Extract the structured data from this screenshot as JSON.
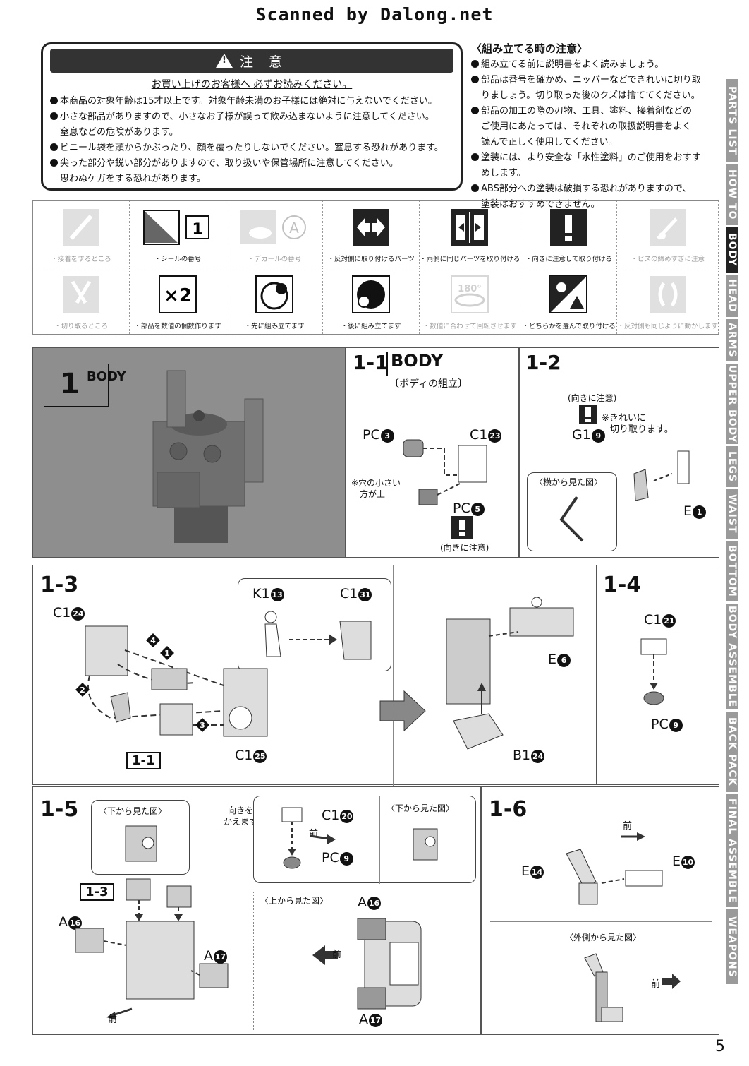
{
  "header": {
    "scan_credit": "Scanned by Dalong.net"
  },
  "caution": {
    "title": "注 意",
    "subtitle": "お買い上げのお客様へ 必ずお読みください。",
    "lines": [
      "本商品の対象年齢は15才以上です。対象年齢未満のお子様には絶対に与えないでください。",
      "小さな部品がありますので、小さなお子様が誤って飲み込まないように注意してください。",
      "窒息などの危険があります。",
      "ビニール袋を頭からかぶったり、顔を覆ったりしないでください。窒息する恐れがあります。",
      "尖った部分や鋭い部分がありますので、取り扱いや保管場所に注意してください。",
      "思わぬケガをする恐れがあります。"
    ]
  },
  "notes": {
    "title": "〈組み立てる時の注意〉",
    "lines": [
      "組み立てる前に説明書をよく読みましょう。",
      "部品は番号を確かめ、ニッパーなどできれいに切り取",
      "りましょう。切り取った後のクズは捨ててください。",
      "部品の加工の際の刃物、工具、塗料、接着剤などの",
      "ご使用にあたっては、それぞれの取扱説明書をよく",
      "読んで正しく使用してください。",
      "塗装には、より安全な「水性塗料」のご使用をおすす",
      "めします。",
      "ABS部分への塗装は破損する恐れがありますので、",
      "塗装はおすすめできません。"
    ]
  },
  "side_tabs": [
    "PARTS LIST",
    "HOW TO",
    "BODY",
    "HEAD",
    "ARMS",
    "UPPER BODY",
    "LEGS",
    "WAIST",
    "BOTTOM",
    "BODY ASSEMBLE",
    "BACK PACK",
    "FINAL ASSEMBLE",
    "WEAPONS"
  ],
  "legend": [
    {
      "caption": "・接着をするところ",
      "faded": true,
      "icon": "brush-icon"
    },
    {
      "caption": "・シールの番号",
      "faded": false,
      "icon": "sticker-number-icon",
      "value": "1"
    },
    {
      "caption": "・デカールの番号",
      "faded": true,
      "icon": "decal-number-icon",
      "value": "A"
    },
    {
      "caption": "・反対側に取り付けるパーツ",
      "faded": false,
      "icon": "opposite-side-icon"
    },
    {
      "caption": "・両側に同じパーツを取り付ける",
      "faded": false,
      "icon": "both-sides-icon"
    },
    {
      "caption": "・向きに注意して取り付ける",
      "faded": false,
      "icon": "caution-orientation-icon"
    },
    {
      "caption": "・ビスの締めすぎに注意",
      "faded": true,
      "icon": "screw-tighten-icon"
    },
    {
      "caption": "・切り取るところ",
      "faded": true,
      "icon": "nipper-icon"
    },
    {
      "caption": "・部品を数値の個数作ります",
      "faded": false,
      "icon": "multiply-count-icon",
      "value": "×2"
    },
    {
      "caption": "・先に組み立てます",
      "faded": false,
      "icon": "assemble-first-icon"
    },
    {
      "caption": "・後に組み立てます",
      "faded": false,
      "icon": "assemble-later-icon"
    },
    {
      "caption": "・数値に合わせて回転させます",
      "faded": true,
      "icon": "rotate-icon",
      "value": "180°"
    },
    {
      "caption": "・どちらかを選んで取り付ける",
      "faded": false,
      "icon": "choose-one-icon"
    },
    {
      "caption": "・反対側も同じように動かします",
      "faded": true,
      "icon": "move-both-icon"
    }
  ],
  "step1": {
    "number": "1",
    "title": "BODY"
  },
  "step1_1": {
    "number": "1-1",
    "title": "BODY",
    "subtitle": "〔ボディの組立〕",
    "parts": [
      {
        "name": "PC",
        "num": "3"
      },
      {
        "name": "C1",
        "num": "23"
      },
      {
        "name": "PC",
        "num": "5"
      }
    ],
    "hole_note_1": "※穴の小さい",
    "hole_note_2": "方が上",
    "orientation_note": "(向きに注意)"
  },
  "step1_2": {
    "number": "1-2",
    "orientation_note": "(向きに注意)",
    "cut_note_1": "※きれいに",
    "cut_note_2": "切り取ります。",
    "side_view": "〈横から見た図〉",
    "parts": [
      {
        "name": "G1",
        "num": "9"
      },
      {
        "name": "E",
        "num": "1"
      }
    ]
  },
  "step1_3": {
    "number": "1-3",
    "parts": [
      {
        "name": "C1",
        "num": "24"
      },
      {
        "name": "K1",
        "num": "13"
      },
      {
        "name": "C1",
        "num": "31"
      },
      {
        "name": "C1",
        "num": "25"
      },
      {
        "name": "E",
        "num": "6"
      },
      {
        "name": "B1",
        "num": "24"
      }
    ],
    "order": [
      "1",
      "2",
      "3",
      "4"
    ],
    "ref": "1-1"
  },
  "step1_4": {
    "number": "1-4",
    "parts": [
      {
        "name": "C1",
        "num": "21"
      },
      {
        "name": "PC",
        "num": "9"
      }
    ]
  },
  "step1_5": {
    "number": "1-5",
    "bottom_view": "〈下から見た図〉",
    "bottom_view_2": "〈下から見た図〉",
    "top_view": "〈上から見た図〉",
    "turn_note_1": "向きを",
    "turn_note_2": "かえます。",
    "front": "前",
    "ref": "1-3",
    "parts": [
      {
        "name": "C1",
        "num": "20"
      },
      {
        "name": "PC",
        "num": "9"
      },
      {
        "name": "A",
        "num": "16"
      },
      {
        "name": "A",
        "num": "17"
      }
    ]
  },
  "step1_6": {
    "number": "1-6",
    "front": "前",
    "outer_view": "〈外側から見た図〉",
    "parts": [
      {
        "name": "E",
        "num": "14"
      },
      {
        "name": "E",
        "num": "10"
      }
    ]
  },
  "page_number": "5"
}
